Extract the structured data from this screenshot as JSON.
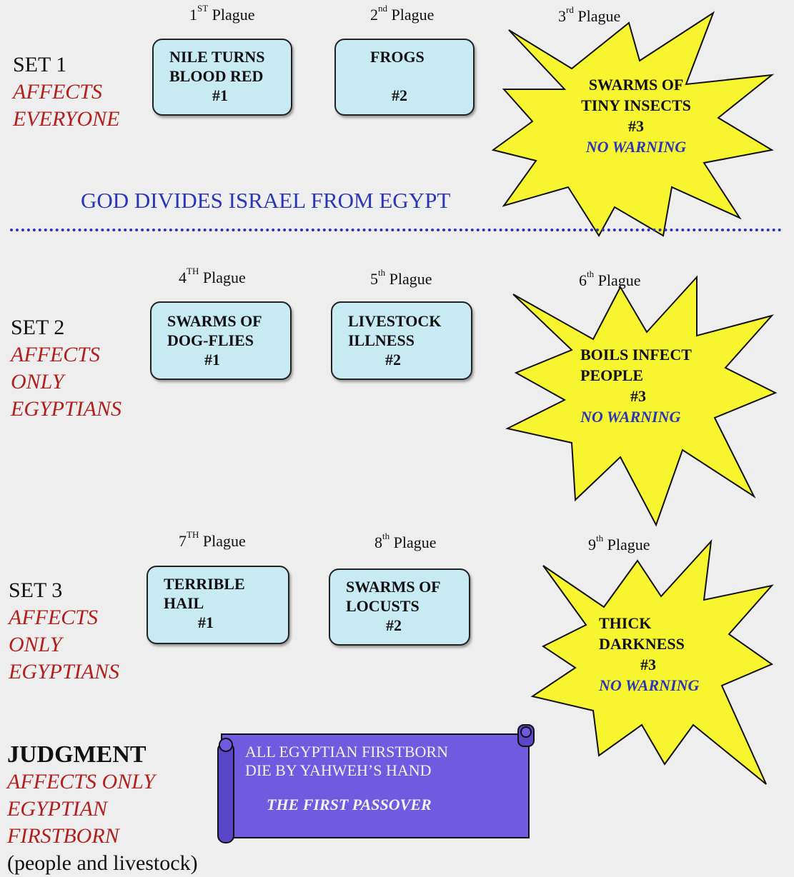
{
  "sets": [
    {
      "title": "SET 1",
      "desc": [
        "AFFECTS",
        "EVERYONE"
      ]
    },
    {
      "title": "SET 2",
      "desc": [
        "AFFECTS",
        "ONLY",
        "EGYPTIANS"
      ]
    },
    {
      "title": "SET 3",
      "desc": [
        "AFFECTS",
        "ONLY",
        "EGYPTIANS"
      ]
    }
  ],
  "plagues": [
    {
      "num": "1",
      "sup": "ST",
      "word": "Plague",
      "lines": [
        "NILE TURNS",
        "BLOOD RED",
        "#1"
      ]
    },
    {
      "num": "2",
      "sup": "nd",
      "word": "Plague",
      "lines": [
        "FROGS",
        "",
        "#2"
      ]
    },
    {
      "num": "3",
      "sup": "rd",
      "word": "Plague",
      "lines": [
        "SWARMS OF",
        "TINY INSECTS",
        "#3"
      ],
      "warning": "NO WARNING"
    },
    {
      "num": "4",
      "sup": "TH",
      "word": "Plague",
      "lines": [
        "SWARMS OF",
        "DOG-FLIES",
        "#1"
      ]
    },
    {
      "num": "5",
      "sup": "th",
      "word": "Plague",
      "lines": [
        "LIVESTOCK",
        "ILLNESS",
        "#2"
      ]
    },
    {
      "num": "6",
      "sup": "th",
      "word": "Plague",
      "lines": [
        "BOILS INFECT",
        "PEOPLE",
        "#3"
      ],
      "warning": "NO WARNING"
    },
    {
      "num": "7",
      "sup": "TH",
      "word": "Plague",
      "lines": [
        "TERRIBLE",
        "HAIL",
        "#1"
      ]
    },
    {
      "num": "8",
      "sup": "th",
      "word": "Plague",
      "lines": [
        "SWARMS OF",
        "LOCUSTS",
        "#2"
      ]
    },
    {
      "num": "9",
      "sup": "th",
      "word": "Plague",
      "lines": [
        "THICK",
        "DARKNESS",
        "#3"
      ],
      "warning": "NO WARNING"
    }
  ],
  "divider": "GOD DIVIDES ISRAEL FROM EGYPT",
  "judgment": {
    "title": "JUDGMENT",
    "desc": [
      "AFFECTS ONLY",
      "EGYPTIAN",
      "FIRSTBORN"
    ],
    "note": "(people and livestock)",
    "scroll": [
      "ALL EGYPTIAN FIRSTBORN",
      "DIE BY YAHWEH’S HAND"
    ],
    "scroll_italic": "THE FIRST PASSOVER"
  },
  "colors": {
    "background": "#eeeeee",
    "box_fill": "#c8eaf2",
    "star_fill": "#f7f430",
    "scroll_fill": "#6f5ae0",
    "red_text": "#b2201e",
    "blue_text": "#2a36b8"
  }
}
